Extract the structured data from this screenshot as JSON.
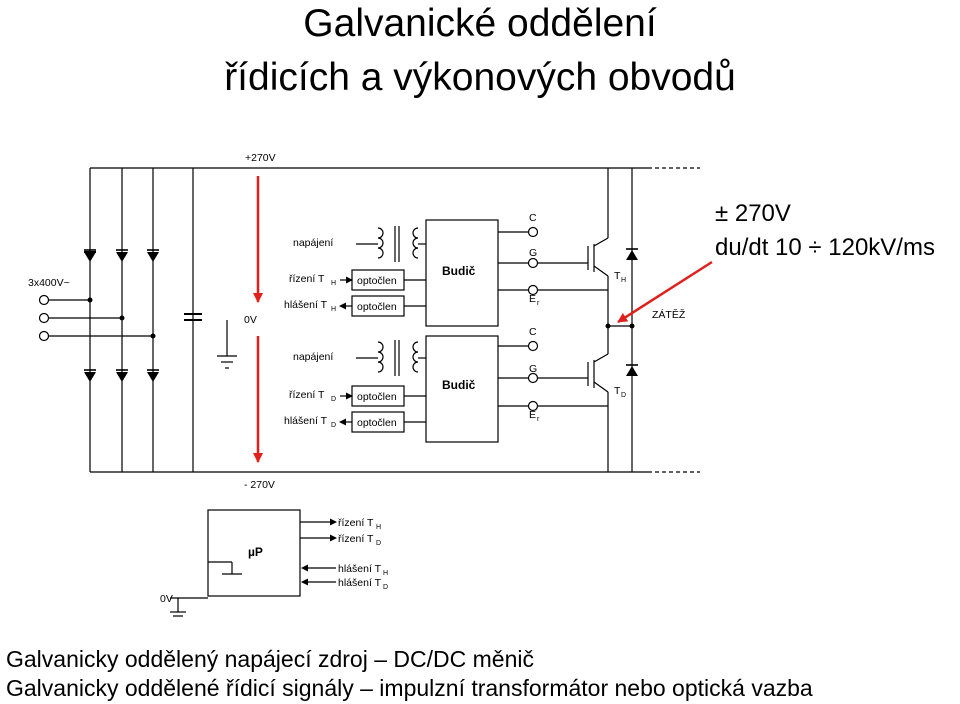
{
  "title": {
    "line1": "Galvanické oddělení",
    "line2": "řídicích a výkonových obvodů"
  },
  "specs": {
    "voltage": "± 270V",
    "dudt": "du/dt 10 ÷ 120kV/ms"
  },
  "footer": {
    "line1": "Galvanicky oddělený napájecí zdroj – DC/DC měnič",
    "line2": "Galvanicky oddělené řídicí signály – impulzní transformátor nebo optická vazba"
  },
  "schematic": {
    "plus_rail": "+270V",
    "minus_rail": "- 270V",
    "mid_node": "0V",
    "ac_input": "3x400V~",
    "load": "ZÁTĚŽ",
    "upper": {
      "supply": "napájení",
      "control": "řízení T",
      "control_sub": "H",
      "report": "hlášení T",
      "report_sub": "H",
      "opto1": "optočlen",
      "opto2": "optočlen",
      "driver": "Budič",
      "pin_c": "C",
      "pin_g": "G",
      "pin_e": "E",
      "pin_e_sub": "r",
      "transistor": "T",
      "transistor_sub": "H"
    },
    "lower": {
      "supply": "napájení",
      "control": "řízení T",
      "control_sub": "D",
      "report": "hlášení T",
      "report_sub": "D",
      "opto1": "optočlen",
      "opto2": "optočlen",
      "driver": "Budič",
      "pin_c": "C",
      "pin_g": "G",
      "pin_e": "E",
      "pin_e_sub": "r",
      "transistor": "T",
      "transistor_sub": "D"
    },
    "micro": {
      "label": "µP",
      "zero": "0V",
      "out1": "řízení T",
      "out1_sub": "H",
      "out2": "řízení T",
      "out2_sub": "D",
      "in1": "hlášení T",
      "in1_sub": "H",
      "in2": "hlášení T",
      "in2_sub": "D"
    }
  },
  "colors": {
    "arrow": "#e0201c",
    "line": "#000000"
  }
}
